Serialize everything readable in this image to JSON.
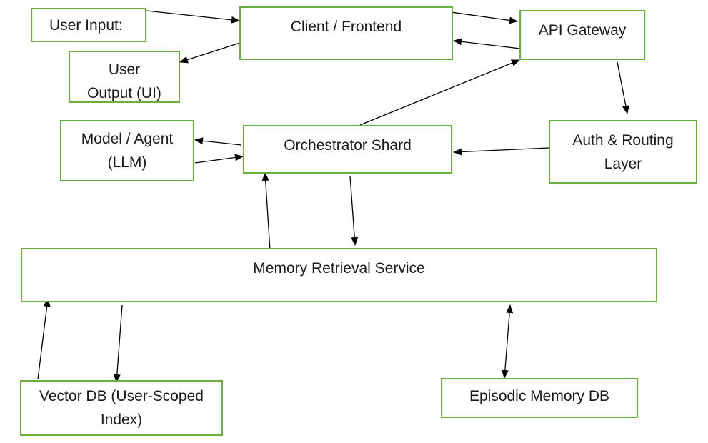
{
  "diagram": {
    "nodes": [
      {
        "id": "user-input",
        "lines": [
          "User Input:"
        ],
        "align": "left"
      },
      {
        "id": "client-frontend",
        "lines": [
          "Client / Frontend"
        ],
        "align": "top"
      },
      {
        "id": "api-gateway",
        "lines": [
          "API Gateway"
        ],
        "align": "top"
      },
      {
        "id": "user-output",
        "lines": [
          "User",
          "Output (UI)"
        ],
        "align": "top",
        "clip": true
      },
      {
        "id": "model-agent",
        "lines": [
          "Model / Agent",
          "(LLM)"
        ],
        "align": "center"
      },
      {
        "id": "orchestrator-shard",
        "lines": [
          "Orchestrator Shard"
        ],
        "align": "top"
      },
      {
        "id": "auth-routing",
        "lines": [
          "Auth & Routing",
          "Layer"
        ],
        "align": "center"
      },
      {
        "id": "memory-retrieval",
        "lines": [
          "Memory Retrieval Service"
        ],
        "align": "top"
      },
      {
        "id": "vector-db",
        "lines": [
          "Vector DB (User-Scoped",
          "Index)"
        ],
        "align": "center"
      },
      {
        "id": "episodic-memory-db",
        "lines": [
          "Episodic Memory DB"
        ],
        "align": "top"
      }
    ],
    "edges": [
      {
        "from": "user-input",
        "to": "client-frontend",
        "kind": "single"
      },
      {
        "from": "client-frontend",
        "to": "user-output",
        "kind": "single"
      },
      {
        "from": "client-frontend",
        "to": "api-gateway",
        "kind": "single"
      },
      {
        "from": "api-gateway",
        "to": "client-frontend",
        "kind": "single"
      },
      {
        "from": "api-gateway",
        "to": "auth-routing",
        "kind": "single"
      },
      {
        "from": "orchestrator-shard",
        "to": "api-gateway",
        "kind": "single"
      },
      {
        "from": "auth-routing",
        "to": "orchestrator-shard",
        "kind": "single"
      },
      {
        "from": "orchestrator-shard",
        "to": "model-agent",
        "kind": "single"
      },
      {
        "from": "model-agent",
        "to": "orchestrator-shard",
        "kind": "single"
      },
      {
        "from": "orchestrator-shard",
        "to": "memory-retrieval",
        "kind": "single"
      },
      {
        "from": "memory-retrieval",
        "to": "orchestrator-shard",
        "kind": "single"
      },
      {
        "from": "memory-retrieval",
        "to": "vector-db",
        "kind": "single"
      },
      {
        "from": "vector-db",
        "to": "memory-retrieval",
        "kind": "single"
      },
      {
        "from": "memory-retrieval",
        "to": "episodic-memory-db",
        "kind": "double"
      }
    ]
  }
}
